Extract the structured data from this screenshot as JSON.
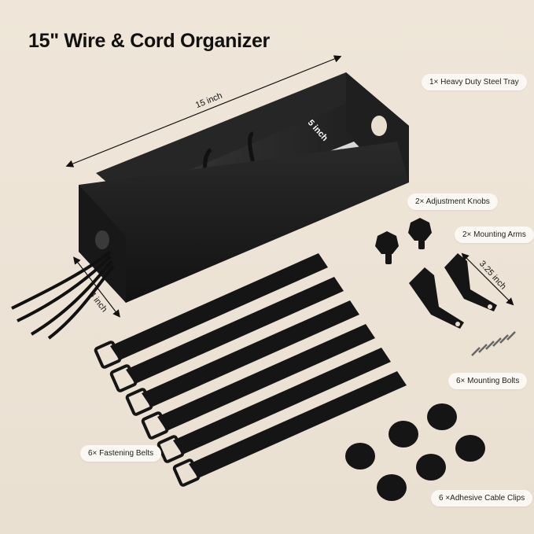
{
  "title": "15\" Wire & Cord Organizer",
  "labels": {
    "tray": "1× Heavy Duty Steel Tray",
    "knobs": "2× Adjustment Knobs",
    "arms": "2× Mounting Arms",
    "bolts": "6× Mounting Bolts",
    "belts": "6× Fastening Belts",
    "clips": "6 ×Adhesive Cable Clips"
  },
  "dimensions": {
    "length": "15 inch",
    "height": "5 inch",
    "width": "4 inch",
    "arm": "3.25 inch"
  },
  "colors": {
    "background": "#ede3d6",
    "product": "#1b1b1b",
    "pill": "#fbf8f3"
  }
}
